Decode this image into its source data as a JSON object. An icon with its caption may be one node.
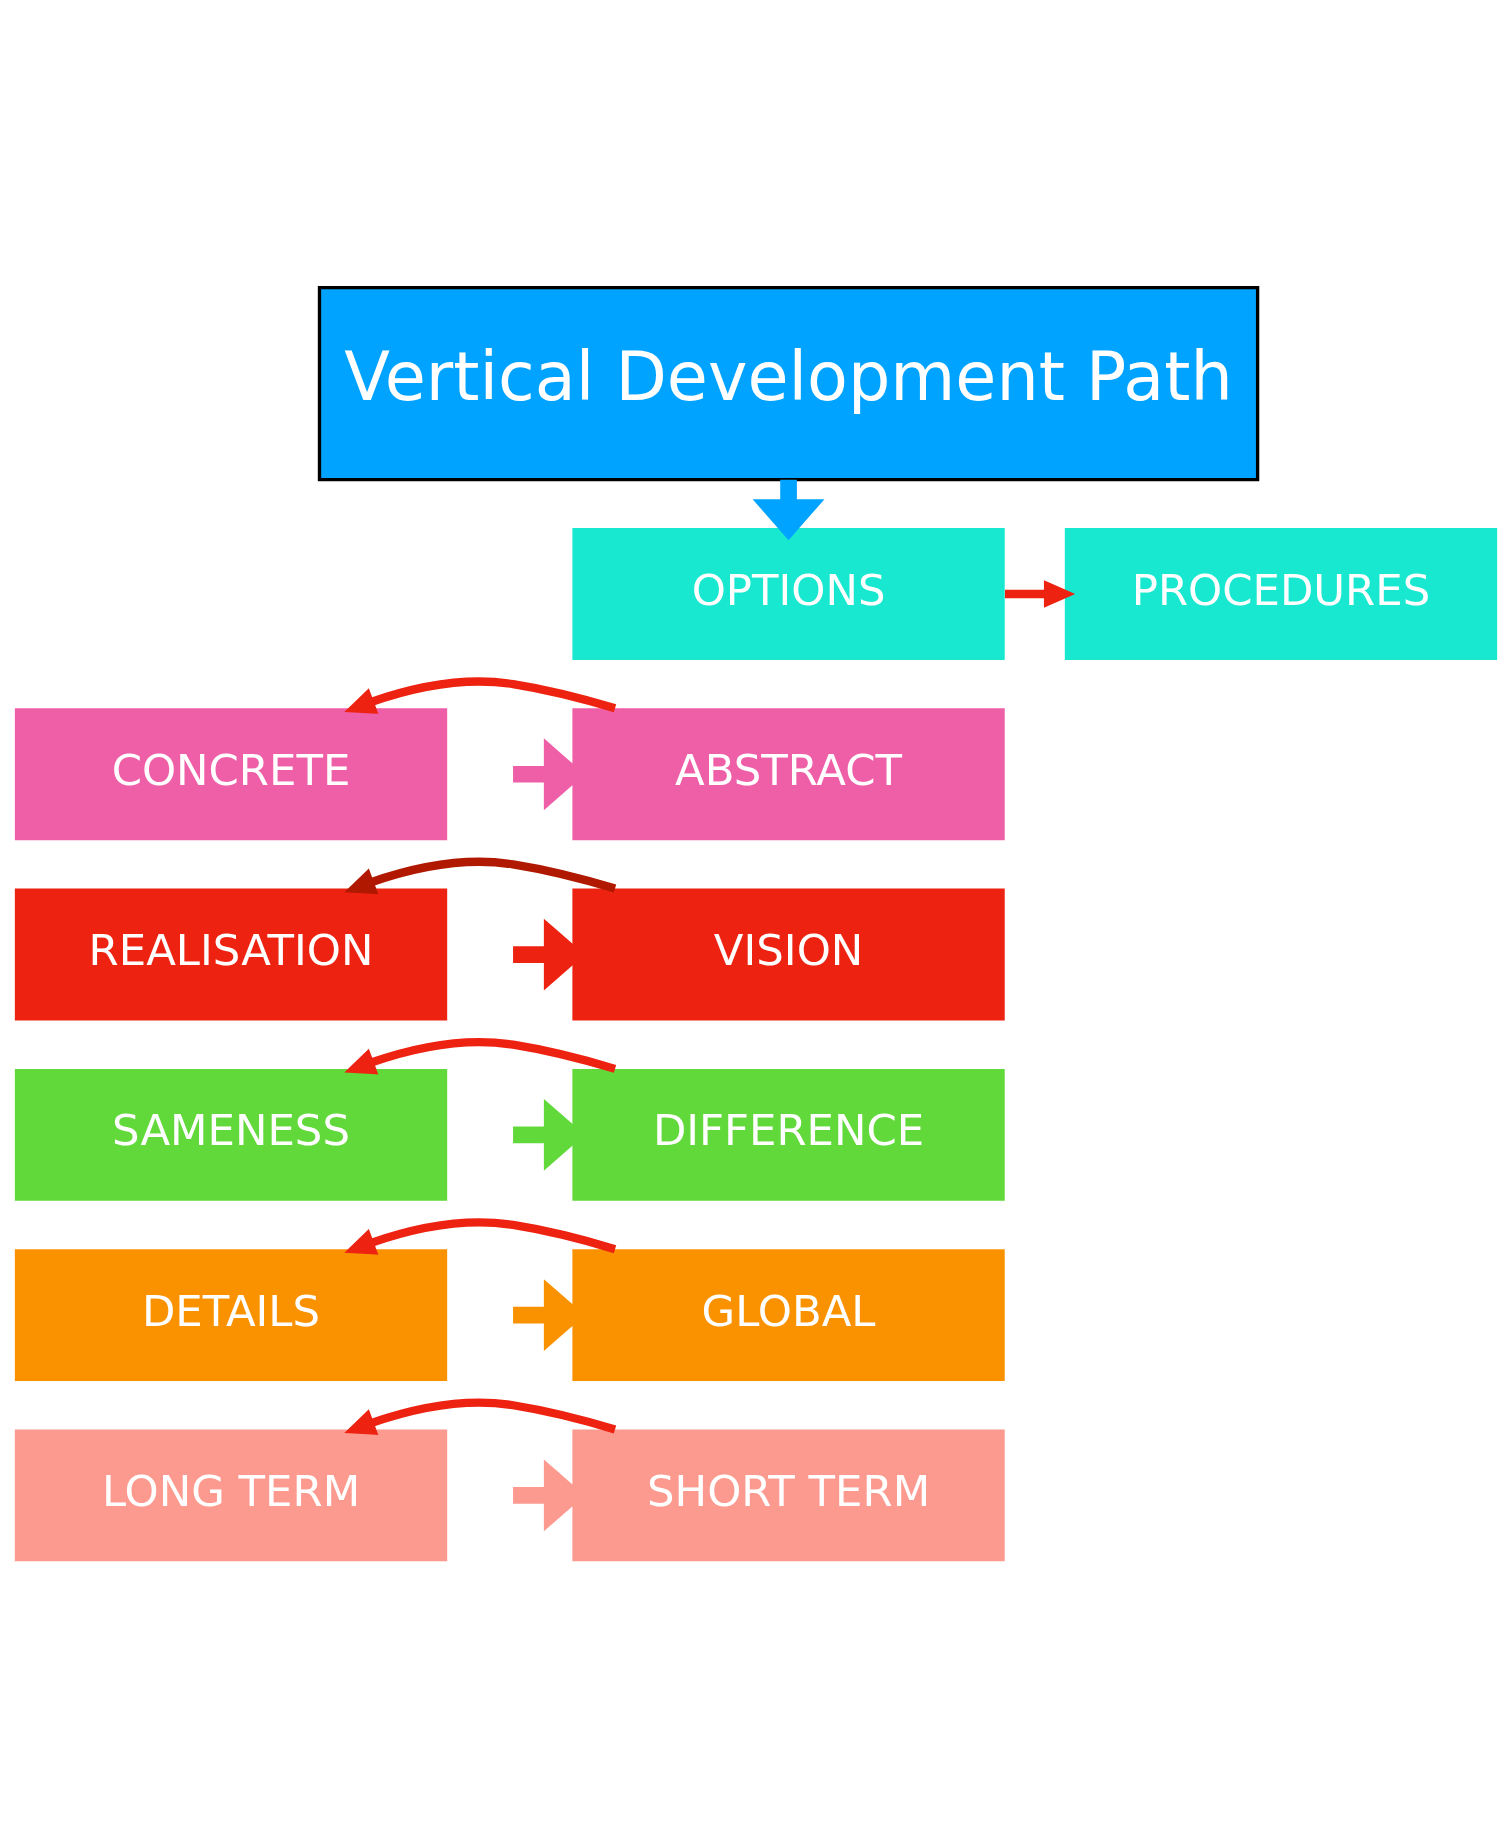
{
  "diagram": {
    "nodes": [
      {
        "text": [
          "Vertical Development Path"
        ]
      },
      {
        "text": [
          "OPTIONS"
        ]
      },
      {
        "text": [
          "PROCEDURES"
        ]
      },
      {
        "text": [
          "ABSTRACT"
        ]
      },
      {
        "text": [
          "CONCRETE"
        ]
      },
      {
        "text": [
          "VISION"
        ]
      },
      {
        "text": [
          "REALISATION"
        ]
      },
      {
        "text": [
          "DIFFERENCE"
        ]
      },
      {
        "text": [
          "SAMENESS"
        ]
      },
      {
        "text": [
          "GLOBAL"
        ]
      },
      {
        "text": [
          "DETAILS"
        ]
      },
      {
        "text": [
          "SHORT TERM"
        ]
      },
      {
        "text": [
          "LONG TERM"
        ]
      }
    ],
    "edges": [
      {
        "from": 0,
        "to": 1,
        "arrow": "to",
        "style": "thick",
        "color": "#00a3ff"
      },
      {
        "from": null,
        "to": 3,
        "arrow": "to",
        "style": "thick",
        "color": "#ef5fa7"
      },
      {
        "from": null,
        "to": 5,
        "arrow": "to",
        "style": "thick",
        "color": "#ee2211"
      },
      {
        "from": null,
        "to": 7,
        "arrow": "to",
        "style": "thick",
        "color": "#62d93a"
      },
      {
        "from": null,
        "to": 9,
        "arrow": "to",
        "style": "thick",
        "color": "#fa9200"
      },
      {
        "from": null,
        "to": 11,
        "arrow": "to",
        "style": "thick",
        "color": "#fd9a8f"
      },
      {
        "from": 1,
        "to": 2,
        "arrow": "to"
      },
      {
        "from": 3,
        "to": 4,
        "arrow": "to"
      },
      {
        "from": 5,
        "to": 6,
        "arrow": "to",
        "color": "#b01800"
      },
      {
        "from": 7,
        "to": 8,
        "arrow": "to"
      },
      {
        "from": 9,
        "to": 10,
        "arrow": "to"
      },
      {
        "from": 11,
        "to": 12,
        "arrow": "to"
      }
    ]
  }
}
